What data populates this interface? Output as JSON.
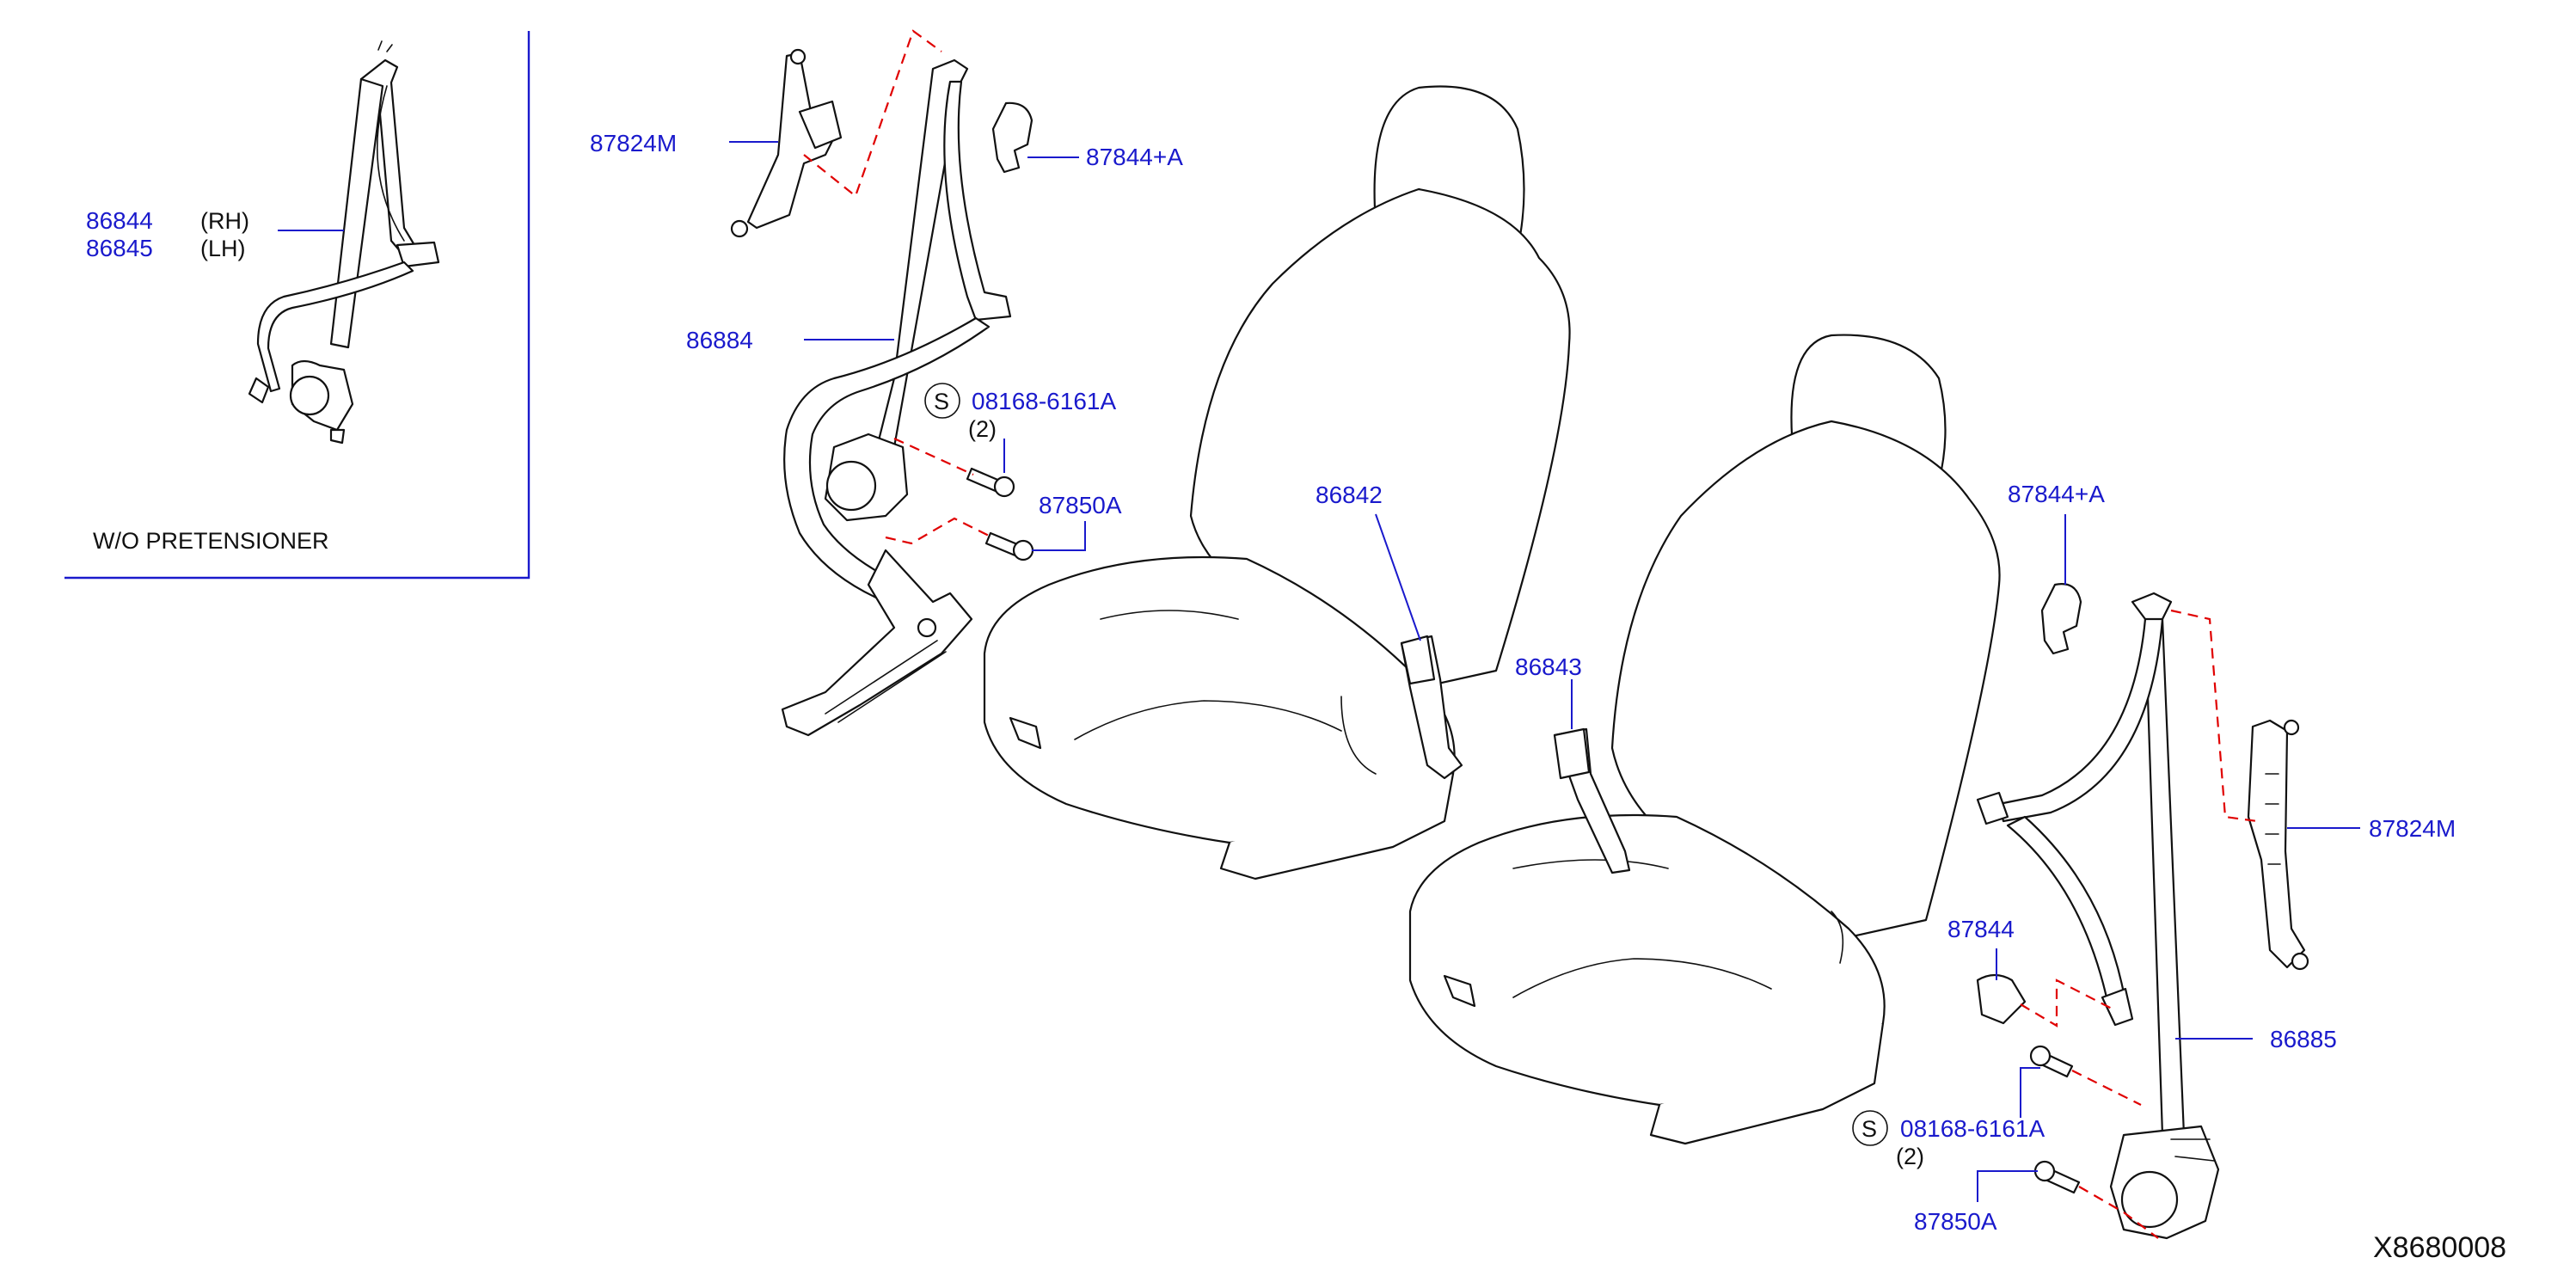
{
  "diagram": {
    "inset": {
      "part_rh": "86844",
      "side_rh": "(RH)",
      "part_lh": "86845",
      "side_lh": "(LH)",
      "note": "W/O   PRETENSIONER"
    },
    "labels": {
      "p87824m_left": "87824M",
      "p87844a_left": "87844+A",
      "p86884": "86884",
      "s_symbol_left": "S",
      "bolt_left": "08168-6161A",
      "qty_left": "(2)",
      "p87850a_left": "87850A",
      "p86842": "86842",
      "p86843": "86843",
      "p87844a_right": "87844+A",
      "p87824m_right": "87824M",
      "p87844": "87844",
      "p86885": "86885",
      "s_symbol_right": "S",
      "bolt_right": "08168-6161A",
      "qty_right": "(2)",
      "p87850a_right": "87850A",
      "diagram_code": "X8680008"
    },
    "colors": {
      "label": "#1a1acc",
      "dashed_link": "#e00000",
      "ink": "#111111"
    }
  }
}
